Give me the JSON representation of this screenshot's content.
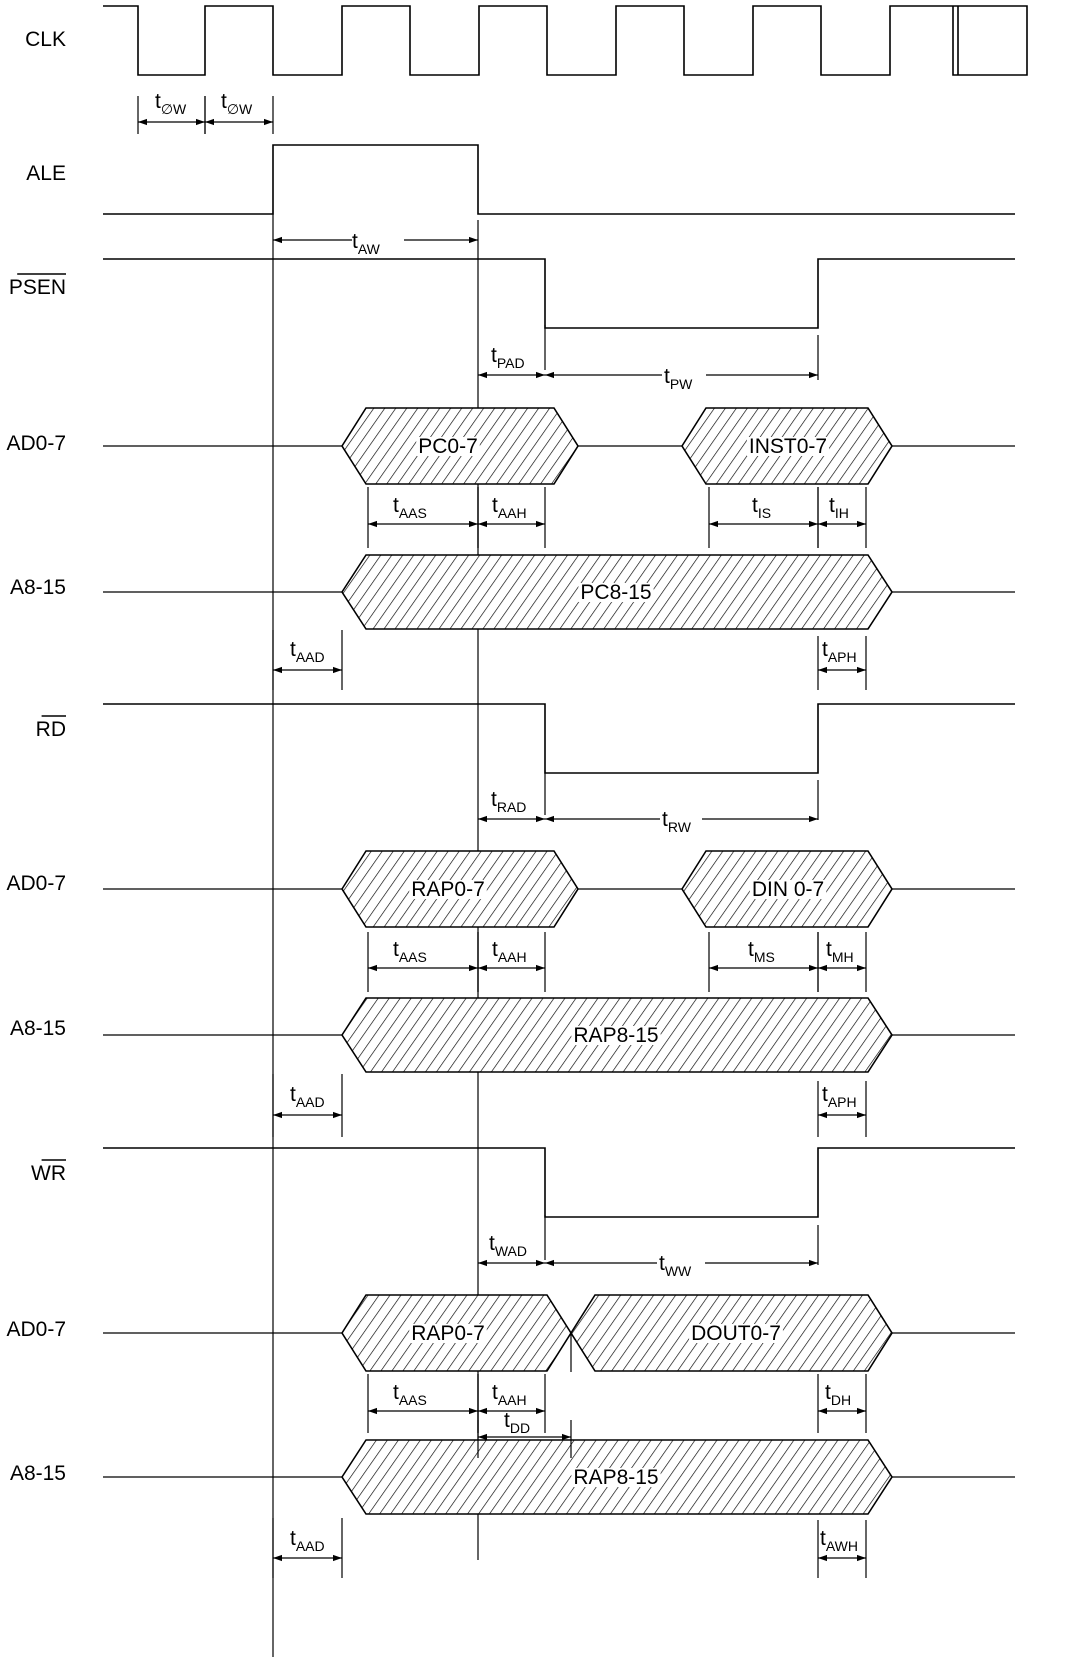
{
  "signals": [
    {
      "id": "clk",
      "label": "CLK",
      "overline": false
    },
    {
      "id": "ale",
      "label": "ALE",
      "overline": false
    },
    {
      "id": "psen",
      "label": "PSEN",
      "overline": true
    },
    {
      "id": "ad07_a",
      "label": "AD0-7",
      "overline": false
    },
    {
      "id": "a815_a",
      "label": "A8-15",
      "overline": false
    },
    {
      "id": "rd",
      "label": "RD",
      "overline": true
    },
    {
      "id": "ad07_b",
      "label": "AD0-7",
      "overline": false
    },
    {
      "id": "a815_b",
      "label": "A8-15",
      "overline": false
    },
    {
      "id": "wr",
      "label": "WR",
      "overline": true
    },
    {
      "id": "ad07_c",
      "label": "AD0-7",
      "overline": false
    },
    {
      "id": "a815_c",
      "label": "A8-15",
      "overline": false
    }
  ],
  "buses": [
    {
      "id": "pc07",
      "label": "PC0-7"
    },
    {
      "id": "inst07",
      "label": "INST0-7"
    },
    {
      "id": "pc815",
      "label": "PC8-15"
    },
    {
      "id": "rap07_b",
      "label": "RAP0-7"
    },
    {
      "id": "din07",
      "label": "DIN 0-7"
    },
    {
      "id": "rap815_b",
      "label": "RAP8-15"
    },
    {
      "id": "rap07_c",
      "label": "RAP0-7"
    },
    {
      "id": "dout07",
      "label": "DOUT0-7"
    },
    {
      "id": "rap815_c",
      "label": "RAP8-15"
    }
  ],
  "timings": [
    {
      "id": "t_ow1",
      "main": "t",
      "sub": "∅W"
    },
    {
      "id": "t_ow2",
      "main": "t",
      "sub": "∅W"
    },
    {
      "id": "t_aw",
      "main": "t",
      "sub": "AW"
    },
    {
      "id": "t_pad",
      "main": "t",
      "sub": "PAD"
    },
    {
      "id": "t_pw",
      "main": "t",
      "sub": "PW"
    },
    {
      "id": "t_aas1",
      "main": "t",
      "sub": "AAS"
    },
    {
      "id": "t_aah1",
      "main": "t",
      "sub": "AAH"
    },
    {
      "id": "t_is",
      "main": "t",
      "sub": "IS"
    },
    {
      "id": "t_ih",
      "main": "t",
      "sub": "IH"
    },
    {
      "id": "t_aad1",
      "main": "t",
      "sub": "AAD"
    },
    {
      "id": "t_aph1",
      "main": "t",
      "sub": "APH"
    },
    {
      "id": "t_rad",
      "main": "t",
      "sub": "RAD"
    },
    {
      "id": "t_rw",
      "main": "t",
      "sub": "RW"
    },
    {
      "id": "t_aas2",
      "main": "t",
      "sub": "AAS"
    },
    {
      "id": "t_aah2",
      "main": "t",
      "sub": "AAH"
    },
    {
      "id": "t_ms",
      "main": "t",
      "sub": "MS"
    },
    {
      "id": "t_mh",
      "main": "t",
      "sub": "MH"
    },
    {
      "id": "t_aad2",
      "main": "t",
      "sub": "AAD"
    },
    {
      "id": "t_aph2",
      "main": "t",
      "sub": "APH"
    },
    {
      "id": "t_wad",
      "main": "t",
      "sub": "WAD"
    },
    {
      "id": "t_ww",
      "main": "t",
      "sub": "WW"
    },
    {
      "id": "t_aas3",
      "main": "t",
      "sub": "AAS"
    },
    {
      "id": "t_aah3",
      "main": "t",
      "sub": "AAH"
    },
    {
      "id": "t_dh",
      "main": "t",
      "sub": "DH"
    },
    {
      "id": "t_dd",
      "main": "t",
      "sub": "DD"
    },
    {
      "id": "t_aad3",
      "main": "t",
      "sub": "AAD"
    },
    {
      "id": "t_awh",
      "main": "t",
      "sub": "AWH"
    }
  ]
}
